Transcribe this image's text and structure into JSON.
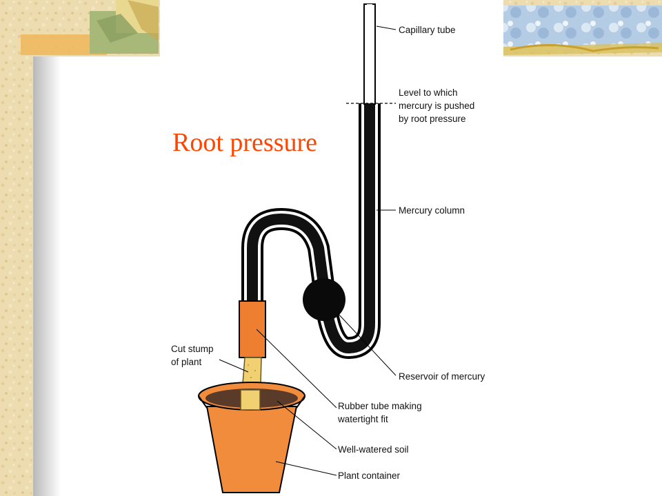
{
  "slide": {
    "title": "Root pressure",
    "title_color": "#ff4500"
  },
  "diagram": {
    "labels": {
      "capillary_tube": "Capillary tube",
      "mercury_level": [
        "Level to which",
        "mercury is pushed",
        "by root pressure"
      ],
      "mercury_column": "Mercury column",
      "reservoir": "Reservoir of mercury",
      "cut_stump": [
        "Cut stump",
        "of plant"
      ],
      "rubber_tube": [
        "Rubber tube making",
        "watertight fit"
      ],
      "soil": "Well-watered soil",
      "container": "Plant container"
    },
    "colors": {
      "pot": "#f08c3c",
      "rubber_tube": "#ee7e30",
      "stump": "#f0d070",
      "soil": "#5a3a28",
      "mercury": "#111111",
      "tube_outline": "#000000",
      "leader_line": "#000000"
    }
  }
}
